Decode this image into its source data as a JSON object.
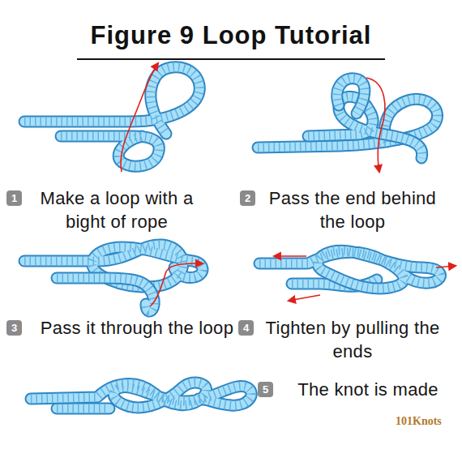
{
  "diagram": {
    "title": "Figure 9 Loop Tutorial",
    "nodes": [
      {
        "text": [
          "1",
          "Make a loop with a bight of rope"
        ]
      },
      {
        "text": [
          "2",
          "Pass the end behind the loop"
        ]
      },
      {
        "text": [
          "3",
          "Pass it through the loop"
        ]
      },
      {
        "text": [
          "4",
          "Tighten by pulling the ends"
        ]
      },
      {
        "text": [
          "5",
          "The knot is made"
        ]
      }
    ],
    "labels": [
      "101Knots"
    ]
  }
}
